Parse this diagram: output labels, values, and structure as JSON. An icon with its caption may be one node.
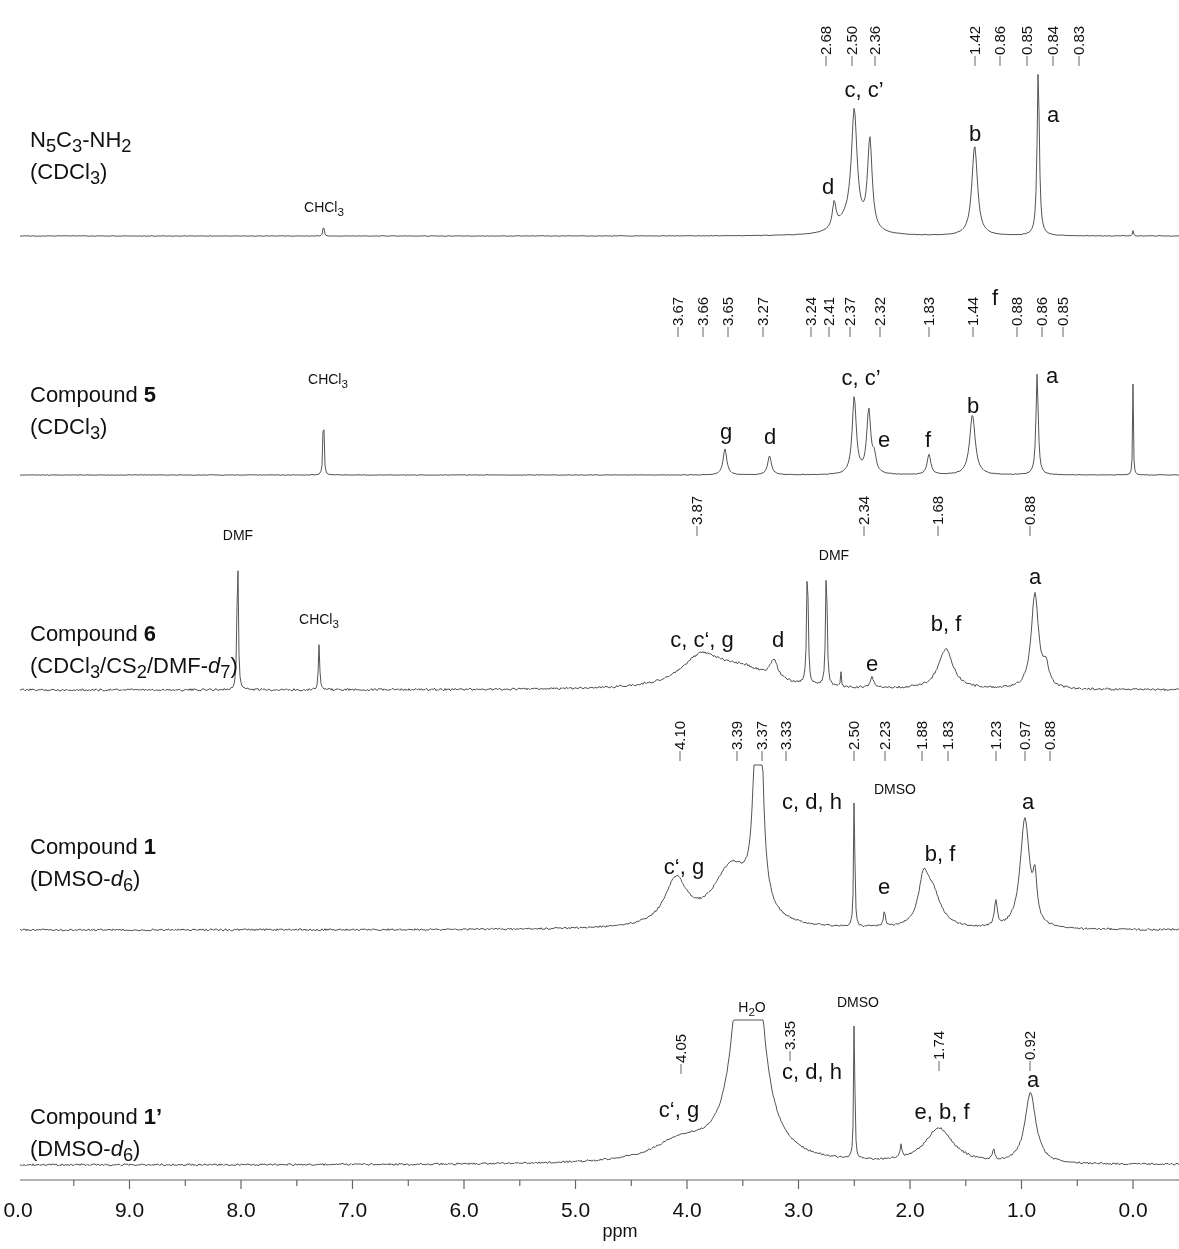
{
  "diagram": {
    "labels": [
      "N$_{5}$C$_{3}$-NH$_{2}$",
      "(CDCl$_{3}$)",
      "2.68",
      "2.50",
      "2.36",
      "1.42",
      "0.86",
      "0.85",
      "0.84",
      "0.83",
      "c, c’",
      "a",
      "b",
      "d",
      "CHCl$_{3}$",
      "Compound **5**",
      "(CDCl$_{3}$)",
      "3.67",
      "3.66",
      "3.65",
      "3.27",
      "3.24",
      "2.41",
      "2.37",
      "2.32",
      "1.83",
      "1.44",
      "f",
      "0.88",
      "0.86",
      "0.85",
      "c, c’",
      "a",
      "b",
      "g",
      "d",
      "e",
      "f",
      "CHCl$_{3}$",
      "3.87",
      "2.34",
      "1.68",
      "0.88",
      "Compound **6**",
      "(CDCl$_{3}$/CS$_{2}$/DMF-*d*$_{7}$)",
      "DMF",
      "CHCl$_{3}$",
      "DMF",
      "c, c‘, g",
      "d",
      "e",
      "b, f",
      "a",
      "4.10",
      "3.39",
      "3.37",
      "3.33",
      "2.50",
      "2.23",
      "1.88",
      "1.83",
      "1.23",
      "0.97",
      "0.88",
      "Compound **1**",
      "(DMSO-*d*$_{6}$)",
      "c, d, h",
      "DMSO",
      "a",
      "c‘, g",
      "b, f",
      "e",
      "4.05",
      "3.35",
      "1.74",
      "0.92",
      "H$_{2}$O",
      "DMSO",
      "c, d, h",
      "a",
      "Compound **1’**",
      "c‘, g",
      "e, b, f",
      "(DMSO-*d*$_{6}$)",
      "0.0",
      "9.0",
      "8.0",
      "7.0",
      "6.0",
      "5.0",
      "4.0",
      "3.0",
      "2.0",
      "1.0",
      "0.0",
      "ppm"
    ]
  }
}
